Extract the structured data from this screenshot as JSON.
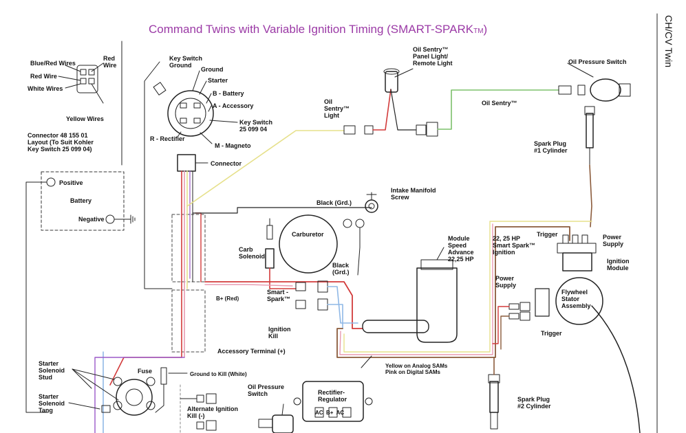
{
  "title": "Command Twins with Variable Ignition Timing (SMART-SPARK",
  "title_tm": "TM",
  "title_close": ")",
  "side_label": "CH/CV Twin",
  "colors": {
    "title": "#9b3aa6",
    "red": "#d23a3a",
    "pink": "#e89ab0",
    "green": "#7cc06a",
    "yellow": "#e6e08a",
    "blue": "#8fb8e6",
    "purple": "#9b59c9",
    "brown": "#8a5a3a",
    "black": "#222222"
  },
  "labels": {
    "blue_red_wires": "Blue/Red Wires",
    "red_wire": "Red\nWire",
    "red_wire2": "Red Wire",
    "white_wires": "White Wires",
    "yellow_wires": "Yellow Wires",
    "connector_note": "Connector 48 155 01\nLayout (To Suit Kohler\nKey Switch 25 099 04)",
    "key_switch_ground": "Key Switch\nGround",
    "ground": "Ground",
    "starter": "Starter",
    "b_battery": "B - Battery",
    "a_accessory": "A - Accessory",
    "key_switch": "Key Switch\n25 099 04",
    "r_rectifier": "R - Rectifier",
    "m_magneto": "M - Magneto",
    "connector": "Connector",
    "positive": "Positive",
    "battery": "Battery",
    "negative": "Negative",
    "oil_sentry_light_top": "Oil Sentry™\nPanel Light/\nRemote Light",
    "oil_sentry_light": "Oil\nSentry™\nLight",
    "oil_pressure_switch": "Oil Pressure Switch",
    "oil_sentry": "Oil Sentry™",
    "spark_plug_1": "Spark Plug\n#1 Cylinder",
    "intake_screw": "Intake Manifold\nScrew",
    "black_grd": "Black (Grd.)",
    "carburetor": "Carburetor",
    "carb_solenoid": "Carb\nSolenoid",
    "black_grd2": "Black\n(Grd.)",
    "module_speed": "Module\nSpeed\nAdvance\n22,25 HP",
    "smart_spark_ign": "22, 25 HP\nSmart Spark™\nIgnition",
    "trigger": "Trigger",
    "power_supply": "Power\nSupply",
    "ignition_module": "Ignition\nModule",
    "power_supply2": "Power\nSupply",
    "flywheel": "Flywheel\nStator\nAssembly",
    "trigger2": "Trigger",
    "b_plus_red": "B+ (Red)",
    "smart_spark": "Smart -\nSpark™",
    "ignition_kill": "Ignition\nKill",
    "accessory_terminal": "Accessory Terminal (+)",
    "yellow_pink_note": "Yellow on Analog SAMs\nPink on Digital SAMs",
    "starter_solenoid_stud": "Starter\nSolenoid\nStud",
    "fuse": "Fuse",
    "ground_to_kill": "Ground to Kill (White)",
    "starter_solenoid_tang": "Starter\nSolenoid\nTang",
    "oil_pressure_switch2": "Oil Pressure\nSwitch",
    "alt_ignition_kill": "Alternate Ignition\nKill (-)",
    "rectifier_regulator": "Rectifier-\nRegulator",
    "rr_terminals": "AC  B+  AC",
    "spark_plug_2": "Spark Plug\n#2 Cylinder"
  }
}
